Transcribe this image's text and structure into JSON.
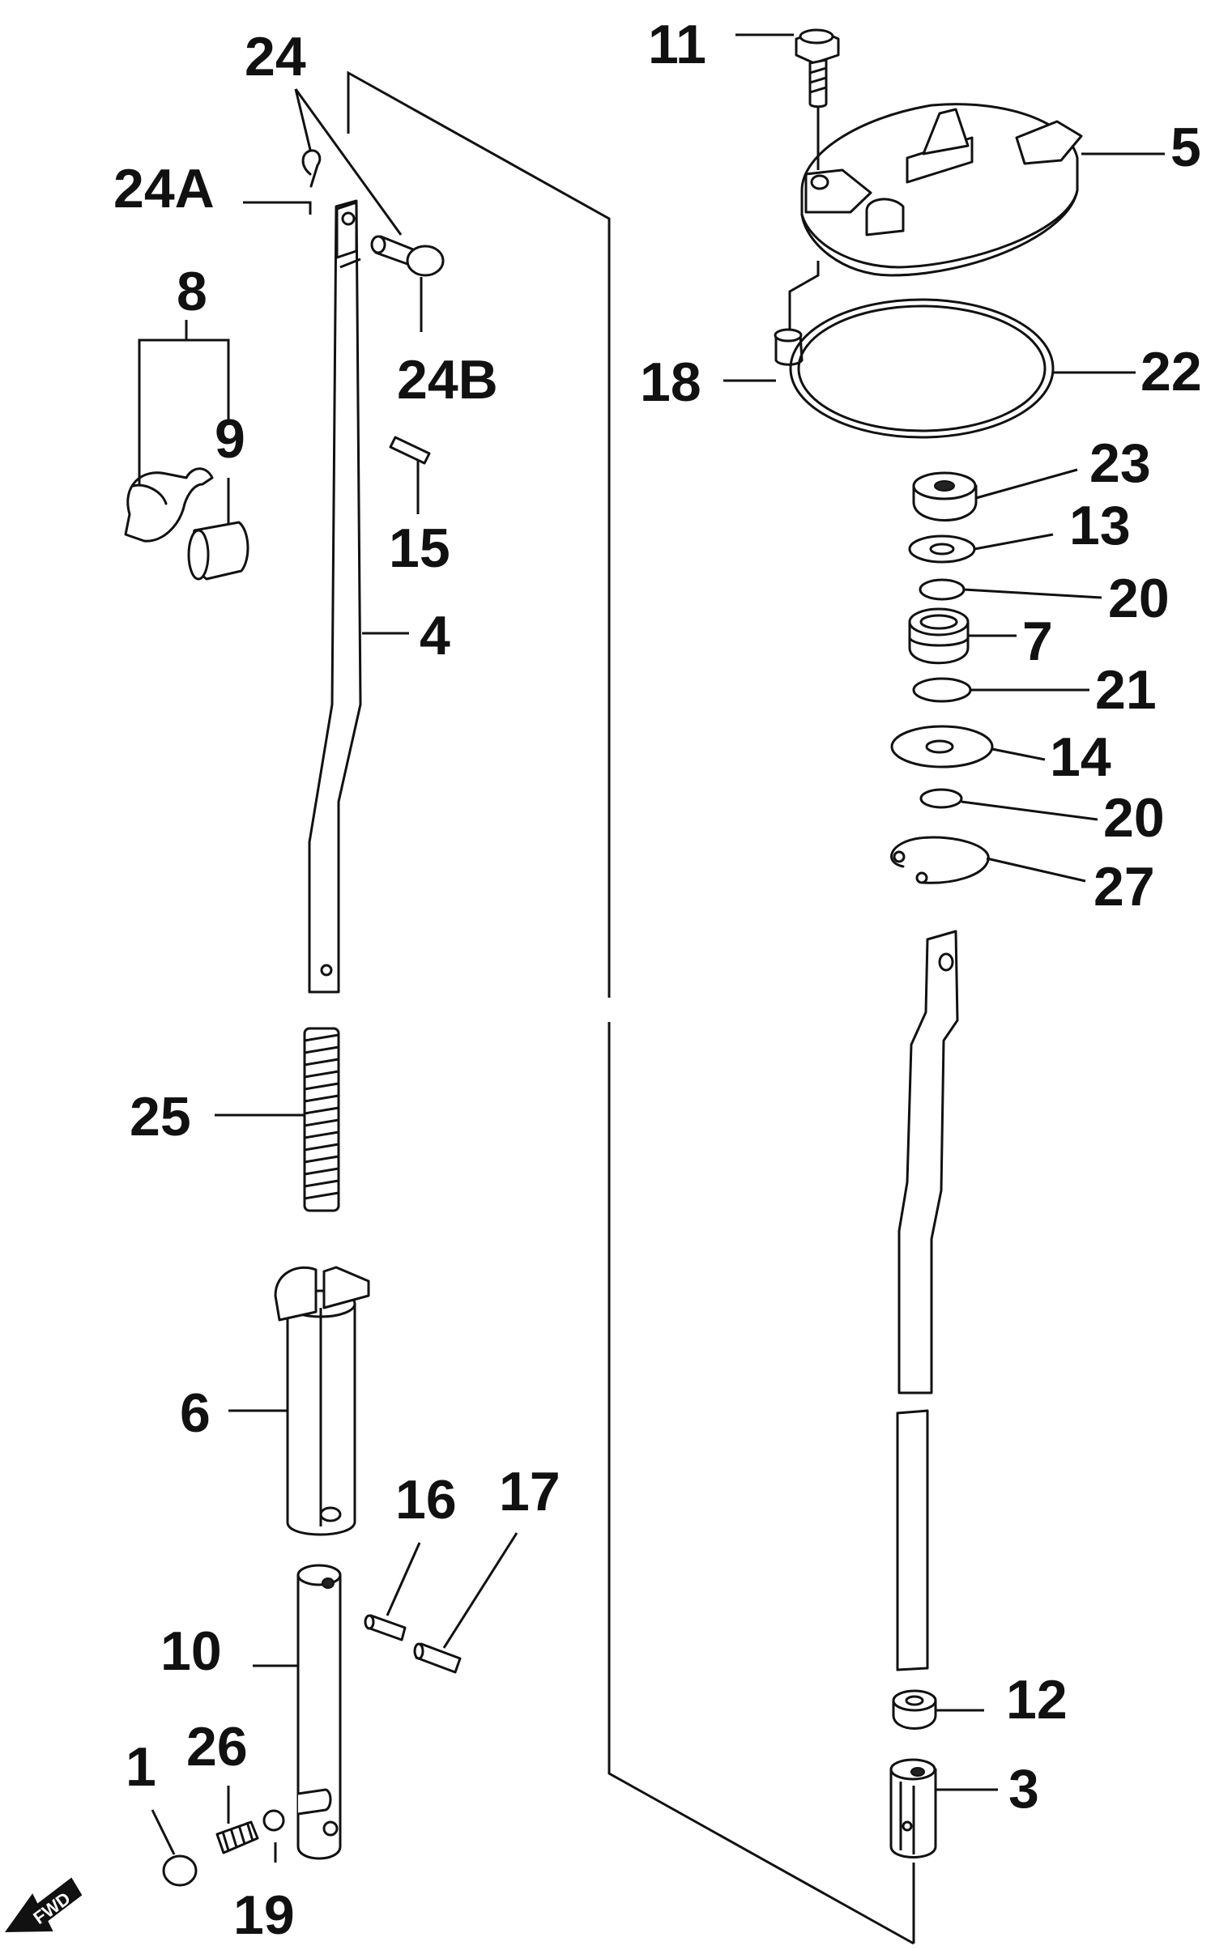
{
  "diagram": {
    "callouts": [
      {
        "id": "c24",
        "text": "24"
      },
      {
        "id": "c24a",
        "text": "24A"
      },
      {
        "id": "c24b",
        "text": "24B"
      },
      {
        "id": "c8",
        "text": "8"
      },
      {
        "id": "c9",
        "text": "9"
      },
      {
        "id": "c15",
        "text": "15"
      },
      {
        "id": "c4",
        "text": "4"
      },
      {
        "id": "c25",
        "text": "25"
      },
      {
        "id": "c6",
        "text": "6"
      },
      {
        "id": "c16",
        "text": "16"
      },
      {
        "id": "c17",
        "text": "17"
      },
      {
        "id": "c10",
        "text": "10"
      },
      {
        "id": "c1",
        "text": "1"
      },
      {
        "id": "c26",
        "text": "26"
      },
      {
        "id": "c19",
        "text": "19"
      },
      {
        "id": "c11",
        "text": "11"
      },
      {
        "id": "c5",
        "text": "5"
      },
      {
        "id": "c18",
        "text": "18"
      },
      {
        "id": "c22",
        "text": "22"
      },
      {
        "id": "c23",
        "text": "23"
      },
      {
        "id": "c13",
        "text": "13"
      },
      {
        "id": "c20a",
        "text": "20"
      },
      {
        "id": "c7",
        "text": "7"
      },
      {
        "id": "c21",
        "text": "21"
      },
      {
        "id": "c14",
        "text": "14"
      },
      {
        "id": "c20b",
        "text": "20"
      },
      {
        "id": "c27",
        "text": "27"
      },
      {
        "id": "c12",
        "text": "12"
      },
      {
        "id": "c3",
        "text": "3"
      }
    ],
    "fwd_label": "FWD"
  }
}
